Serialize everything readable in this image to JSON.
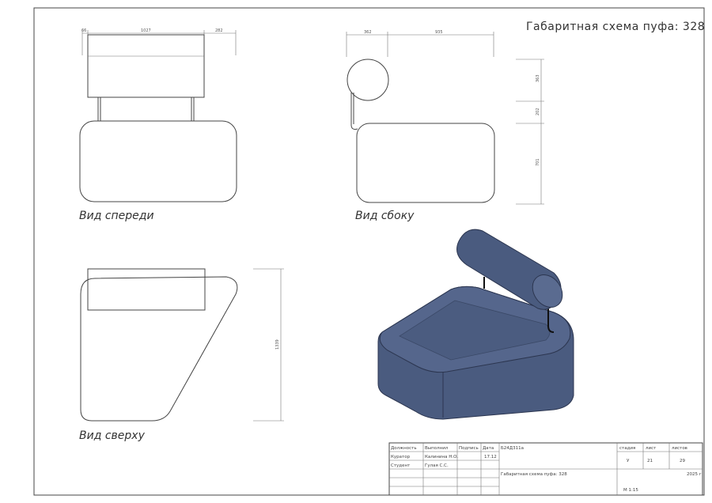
{
  "title": "Габаритная схема пуфа: 328",
  "views": {
    "front": {
      "label": "Вид спереди",
      "dims": [
        "66",
        "1027",
        "282"
      ]
    },
    "side": {
      "label": "Вид сбоку",
      "dims_h": [
        "362",
        "935"
      ],
      "dims_v": [
        "363",
        "202",
        "701"
      ]
    },
    "top": {
      "label": "Вид сверху",
      "dims_v": [
        "1339"
      ]
    }
  },
  "title_block": {
    "headers": [
      "Должность",
      "Выполнил",
      "Подпись",
      "Дата"
    ],
    "rows": [
      [
        "Куратор",
        "Калинина Н.О.",
        "",
        "17.12"
      ],
      [
        "Студент",
        "Гулая С.С.",
        "",
        ""
      ]
    ],
    "code": "Б24Д311а",
    "stage_header": "стадия",
    "sheet_header": "лист",
    "sheets_header": "листов",
    "stage": "У",
    "sheet": "21",
    "sheets": "29",
    "drawing_name": "Габаритная схема пуфа: 328",
    "year": "2025 г",
    "scale": "М 1:15"
  },
  "colors": {
    "fabric": "#4a5b7f",
    "fabric_dark": "#3a4866",
    "fabric_top": "#55668c"
  }
}
